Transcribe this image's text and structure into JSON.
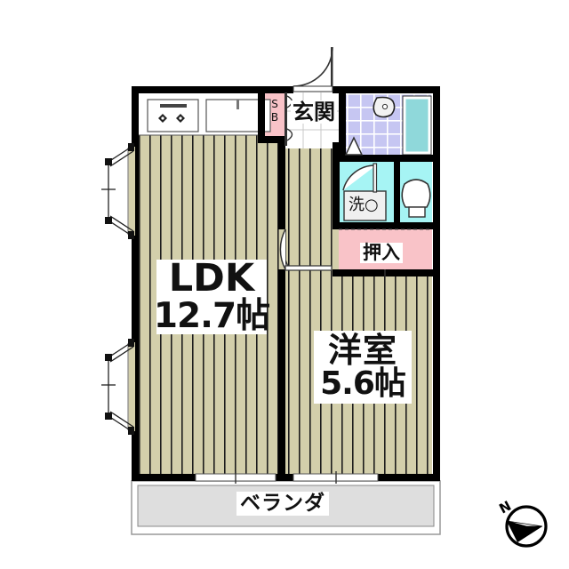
{
  "document": {
    "type": "floor-plan",
    "title": "間取り図",
    "background_color": "#ffffff"
  },
  "rooms": [
    {
      "id": "ldk",
      "name_line1": "LDK",
      "name_line2": "12.7帖",
      "size_jo": 12.7,
      "floor": "wood",
      "floor_color": "#d3cfab"
    },
    {
      "id": "bedroom",
      "name_line1": "洋室",
      "name_line2": "5.6帖",
      "size_jo": 5.6,
      "floor": "wood",
      "floor_color": "#d3cfab"
    },
    {
      "id": "entrance",
      "name": "玄関",
      "floor": "tile",
      "floor_color": "#ffffff"
    },
    {
      "id": "shoe-box",
      "name": "SB",
      "floor_color": "#f9c3c8"
    },
    {
      "id": "closet",
      "name": "押入",
      "floor_color": "#f9c3c8"
    },
    {
      "id": "bath",
      "name": "",
      "floor_color": "#c6c6f2"
    },
    {
      "id": "washroom",
      "name": "洗",
      "floor_color": "#a6f4f4"
    },
    {
      "id": "toilet",
      "name": "",
      "floor_color": "#a6f4f4"
    },
    {
      "id": "veranda",
      "name": "ベランダ",
      "floor_color": "#dedede"
    }
  ],
  "fixtures": [
    {
      "name": "stove",
      "label": "",
      "burners": 2
    },
    {
      "name": "sink",
      "label": ""
    },
    {
      "name": "bathtub",
      "color": "#8fd8da"
    },
    {
      "name": "lavatory-basin",
      "color": "#f0f0f0"
    },
    {
      "name": "toilet-bowl",
      "color": "#ffffff"
    },
    {
      "name": "washing-machine-pan",
      "label": "洗"
    }
  ],
  "openings": [
    {
      "name": "entrance-door",
      "type": "swing"
    },
    {
      "name": "ldk-bedroom-door",
      "type": "swing"
    },
    {
      "name": "washroom-door",
      "type": "swing"
    },
    {
      "name": "bath-door",
      "type": "folding"
    },
    {
      "name": "genkan-hall-door",
      "type": "sliding"
    },
    {
      "name": "west-window-upper",
      "type": "casement"
    },
    {
      "name": "west-window-lower",
      "type": "casement"
    },
    {
      "name": "ldk-balcony-window",
      "type": "sliding"
    },
    {
      "name": "bedroom-balcony-window",
      "type": "sliding"
    }
  ],
  "compass": {
    "label": "N",
    "direction": "north-west"
  },
  "colors": {
    "wall": "#000000",
    "wood_floor": "#d3cfab",
    "wood_plank_line": "#1a1a1a",
    "pink": "#f9c3c8",
    "cyan": "#a6f4f4",
    "bath_tile": "#c6c6f2",
    "bath_tub": "#8fd8da",
    "veranda": "#dedede",
    "white": "#ffffff"
  }
}
